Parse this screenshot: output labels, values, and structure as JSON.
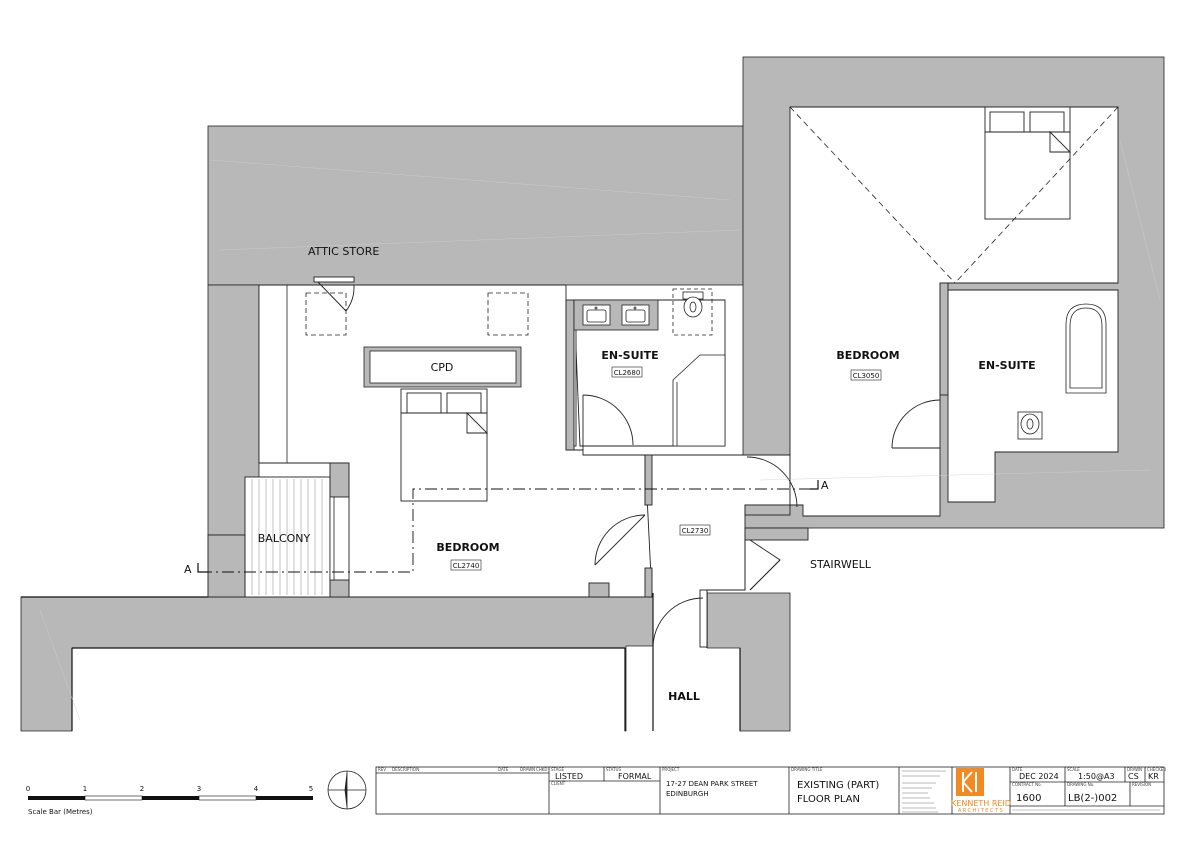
{
  "rooms": {
    "attic_store": "ATTIC STORE",
    "cpd": "CPD",
    "ensuite_left": "EN-SUITE",
    "ensuite_left_code": "CL2680",
    "bedroom_right": "BEDROOM",
    "bedroom_right_code": "CL3050",
    "ensuite_right": "EN-SUITE",
    "balcony": "BALCONY",
    "bedroom_left": "BEDROOM",
    "bedroom_left_code": "CL2740",
    "hall_code": "CL2730",
    "stairwell": "STAIRWELL",
    "hall": "HALL",
    "section_mark_left": "A",
    "section_mark_right": "A"
  },
  "scale_bar": {
    "ticks": [
      "0",
      "1",
      "2",
      "3",
      "4",
      "5"
    ],
    "caption": "Scale Bar (Metres)"
  },
  "title_block": {
    "h_rev": "REV",
    "h_description": "DESCRIPTION",
    "h_date": "DATE",
    "h_drawn": "DRAWN",
    "h_chkd": "CHKD",
    "h_stage": "STAGE",
    "h_status": "STATUS",
    "h_client": "CLIENT",
    "h_project": "PROJECT",
    "h_title": "DRAWING TITLE",
    "stage": "LISTED",
    "status": "FORMAL",
    "project_line1": "17-27 DEAN PARK STREET",
    "project_line2": "EDINBURGH",
    "drawing_title_line1": "EXISTING (PART)",
    "drawing_title_line2": "FLOOR PLAN",
    "firm_name": "KENNETH REID",
    "firm_sub": "ARCHITECTS",
    "date": "DEC 2024",
    "scale": "1:50@A3",
    "drawn": "CS",
    "checked": "KR",
    "contract_no": "1600",
    "drawing_no": "LB(2-)002",
    "h_date2": "DATE",
    "h_scale": "SCALE",
    "h_drawn2": "DRAWN",
    "h_checked": "CHECKED",
    "h_contract": "CONTRACT No.",
    "h_drawing": "DRAWING No.",
    "h_revision": "REVISION"
  },
  "colors": {
    "wall_fill": "#b8b8b8",
    "line": "#1a1a1a",
    "logo": "#f28a22"
  }
}
